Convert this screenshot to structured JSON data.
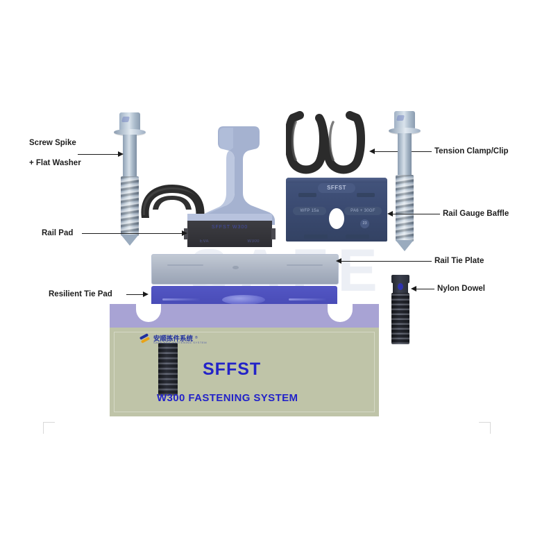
{
  "diagram": {
    "title": "SFFST",
    "subtitle": "W300 FASTENING SYSTEM",
    "watermark": "SAFE"
  },
  "brand": {
    "cn_name": "安顺拣件系统",
    "en_name": "SAFE RAIL FASTENING SYSTEM",
    "registered_mark": "®",
    "logo_icon": "s-swoosh-logo-icon"
  },
  "labels": {
    "screw_spike_line1": "Screw Spike",
    "screw_spike_line2": "+ Flat Washer",
    "rail_pad": "Rail Pad",
    "resilient_tie_pad": "Resilient Tie Pad",
    "tension_clamp": "Tension Clamp/Clip",
    "rail_gauge_baffle": "Rail Gauge Baffle",
    "rail_tie_plate": "Rail Tie Plate",
    "nylon_dowel": "Nylon Dowel"
  },
  "baffle_markings": {
    "brand_tag": "SFFST",
    "part_tag": "WFP 15a",
    "material_tag": "PA6 + 30GF",
    "recycle_tag": "23"
  },
  "rail_pad_markings": {
    "top_text": "SFFST  W300",
    "left_small": "EVA",
    "right_small": "W300"
  },
  "colors": {
    "rail_blue": "#a5b2d0",
    "baffle_blue": "#3b4b72",
    "resilient_pad_blue": "#4a4db8",
    "tie_plate_grey": "#aab3c2",
    "sleeper_top": "#a8a3d4",
    "sleeper_body": "#bfc4a8",
    "text_blue": "#2323c8",
    "clip_black": "#2b2b2b",
    "spike_steel": "#b9c7d5"
  }
}
